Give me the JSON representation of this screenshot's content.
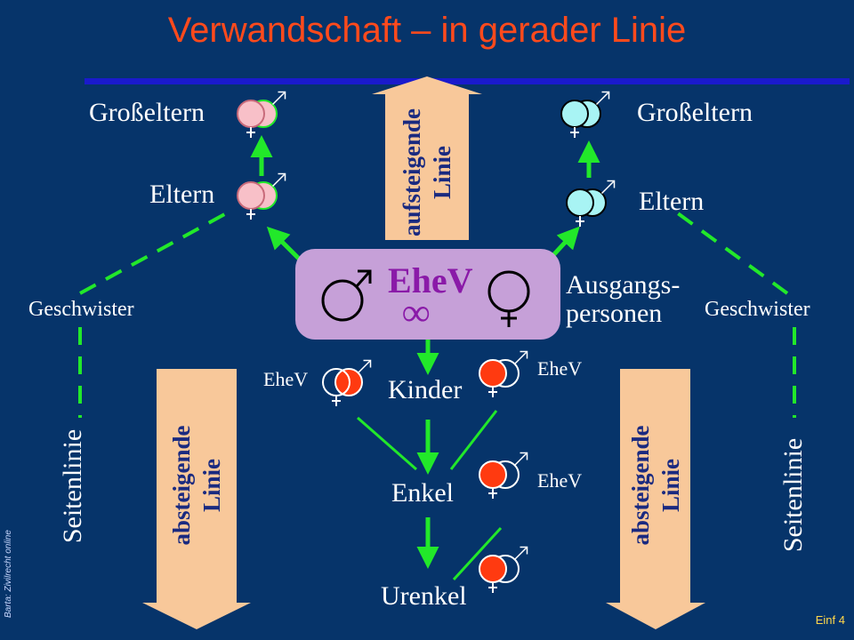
{
  "title": "Verwandschaft – in gerader Linie",
  "labels": {
    "grosseltern_left": "Großeltern",
    "grosseltern_right": "Großeltern",
    "eltern_left": "Eltern",
    "eltern_right": "Eltern",
    "geschwister_left": "Geschwister",
    "geschwister_right": "Geschwister",
    "seitenlinie_left": "Seitenlinie",
    "seitenlinie_right": "Seitenlinie",
    "ausgangs": "Ausgangs-",
    "personen": "personen",
    "kinder": "Kinder",
    "enkel": "Enkel",
    "urenkel": "Urenkel",
    "ehev_main": "EheV",
    "infinity": "∞",
    "ehev_kind_left": "EheV",
    "ehev_kind_right": "EheV",
    "ehev_enkel": "EheV"
  },
  "arrows": {
    "aufsteigend_1": "aufsteigende",
    "aufsteigend_2": "Linie",
    "absteigend_left_1": "absteigende",
    "absteigend_left_2": "Linie",
    "absteigend_right_1": "absteigende",
    "absteigend_right_2": "Linie"
  },
  "footer": {
    "credit": "Barta: Zivilrecht online",
    "page": "Einf 4"
  },
  "colors": {
    "background": "#06346a",
    "title": "#ff4a1c",
    "connector": "#22e82a",
    "arrow_fill": "#f8c89a",
    "pink_person": "#f8c0c8",
    "cyan_person": "#a8f4f4",
    "red_person": "#ff3a10",
    "ehev_box": "#c6a0d8"
  }
}
